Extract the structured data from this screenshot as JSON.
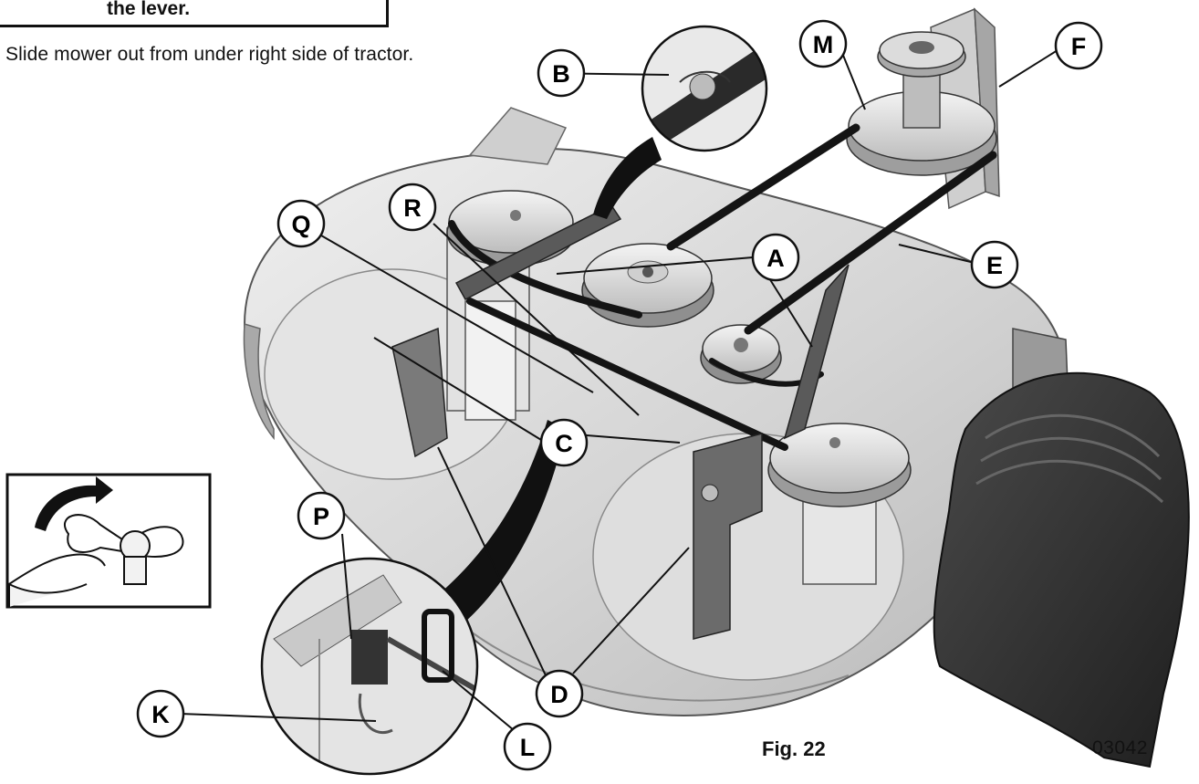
{
  "header": {
    "note_fragment": "the lever.",
    "instruction": "Slide mower out from under right side of tractor."
  },
  "figure": {
    "label": "Fig. 22",
    "number": "03042"
  },
  "callouts": {
    "A": "A",
    "B": "B",
    "C": "C",
    "D": "D",
    "E": "E",
    "F": "F",
    "K": "K",
    "L": "L",
    "M": "M",
    "P": "P",
    "Q": "Q",
    "R": "R"
  },
  "colors": {
    "deck": "#d6d6d6",
    "deck_shadow": "#a9a9a9",
    "belt": "#141414",
    "chute": "#2e2e2e",
    "line": "#111111"
  }
}
